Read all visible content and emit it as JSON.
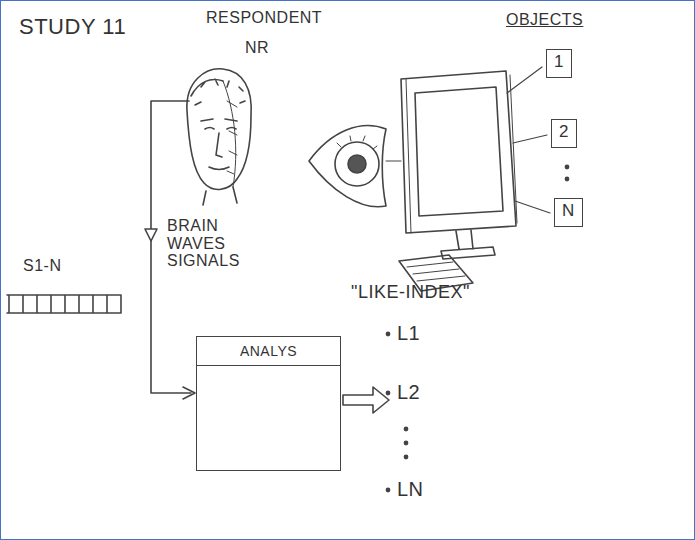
{
  "diagram": {
    "title": "STUDY 11",
    "nodes": [
      {
        "text": [
          "1"
        ]
      },
      {
        "text": [
          "2"
        ]
      },
      {
        "text": [
          "N"
        ]
      },
      {
        "text": [
          "ANALYS"
        ]
      }
    ],
    "labels": [
      "RESPONDENT",
      "NR",
      "OBJECTS",
      "BRAIN WAVES SIGNALS",
      "S1-N",
      "\"LIKE-INDEX\"",
      "L1",
      "L2",
      "LN"
    ]
  }
}
